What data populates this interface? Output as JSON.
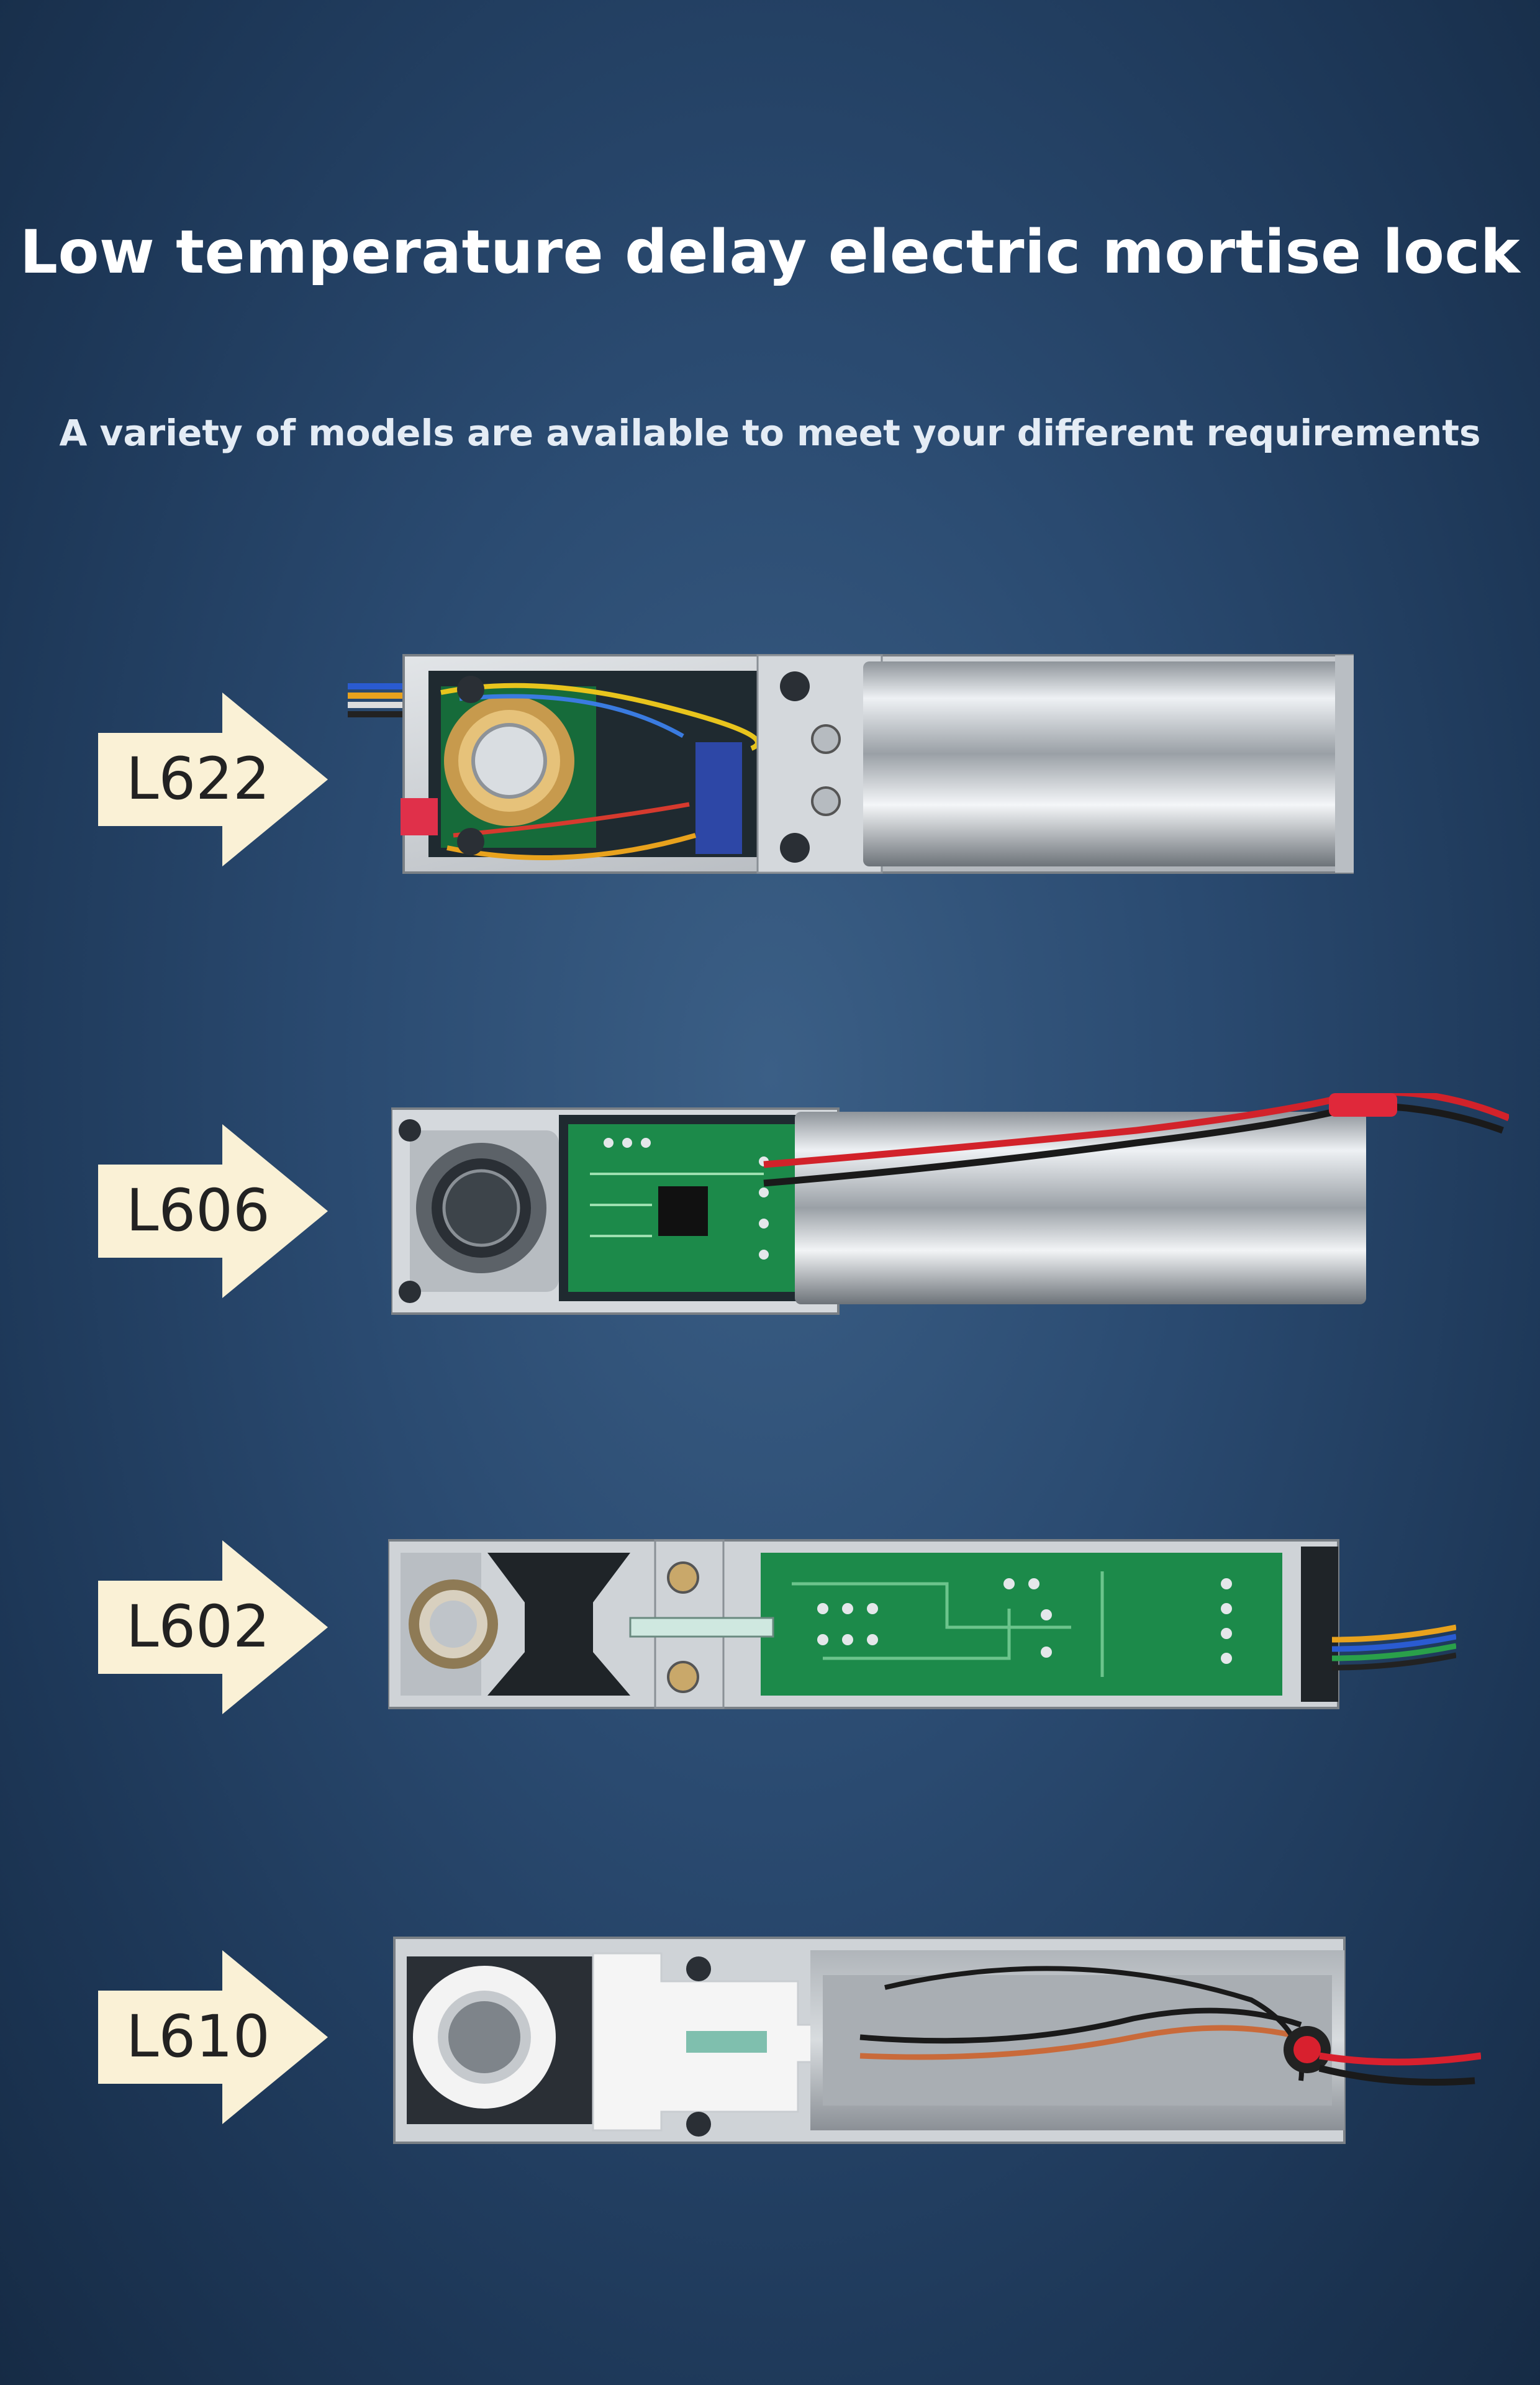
{
  "header": {
    "title": "Low temperature delay electric mortise lock",
    "subtitle": "A variety of models are available to meet your different requirements"
  },
  "models": [
    {
      "label": "L622"
    },
    {
      "label": "L606"
    },
    {
      "label": "L602"
    },
    {
      "label": "L610"
    }
  ],
  "colors": {
    "arrow_fill": "#faf1d6",
    "background": "#2a4a70",
    "pcb_green": "#1c8a4a",
    "metal": "#c9ced4"
  }
}
